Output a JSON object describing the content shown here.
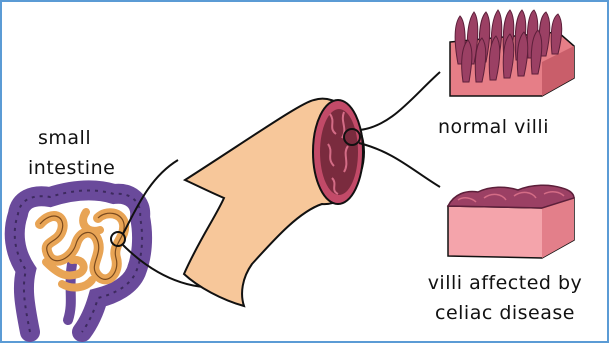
{
  "labels": {
    "small_intestine_line1": "small",
    "small_intestine_line2": "intestine",
    "normal_villi": "normal villi",
    "affected_line1": "villi affected by",
    "affected_line2": "celiac disease"
  },
  "colors": {
    "frame_border": "#5b9bd5",
    "colon": "#6a4a9b",
    "small_intestine": "#e8a455",
    "tube": "#f7c79a",
    "lumen": "#7a2b3e",
    "lumen_ring": "#c24a68",
    "villi_base": "#e67e87",
    "villi": "#9b4064"
  }
}
